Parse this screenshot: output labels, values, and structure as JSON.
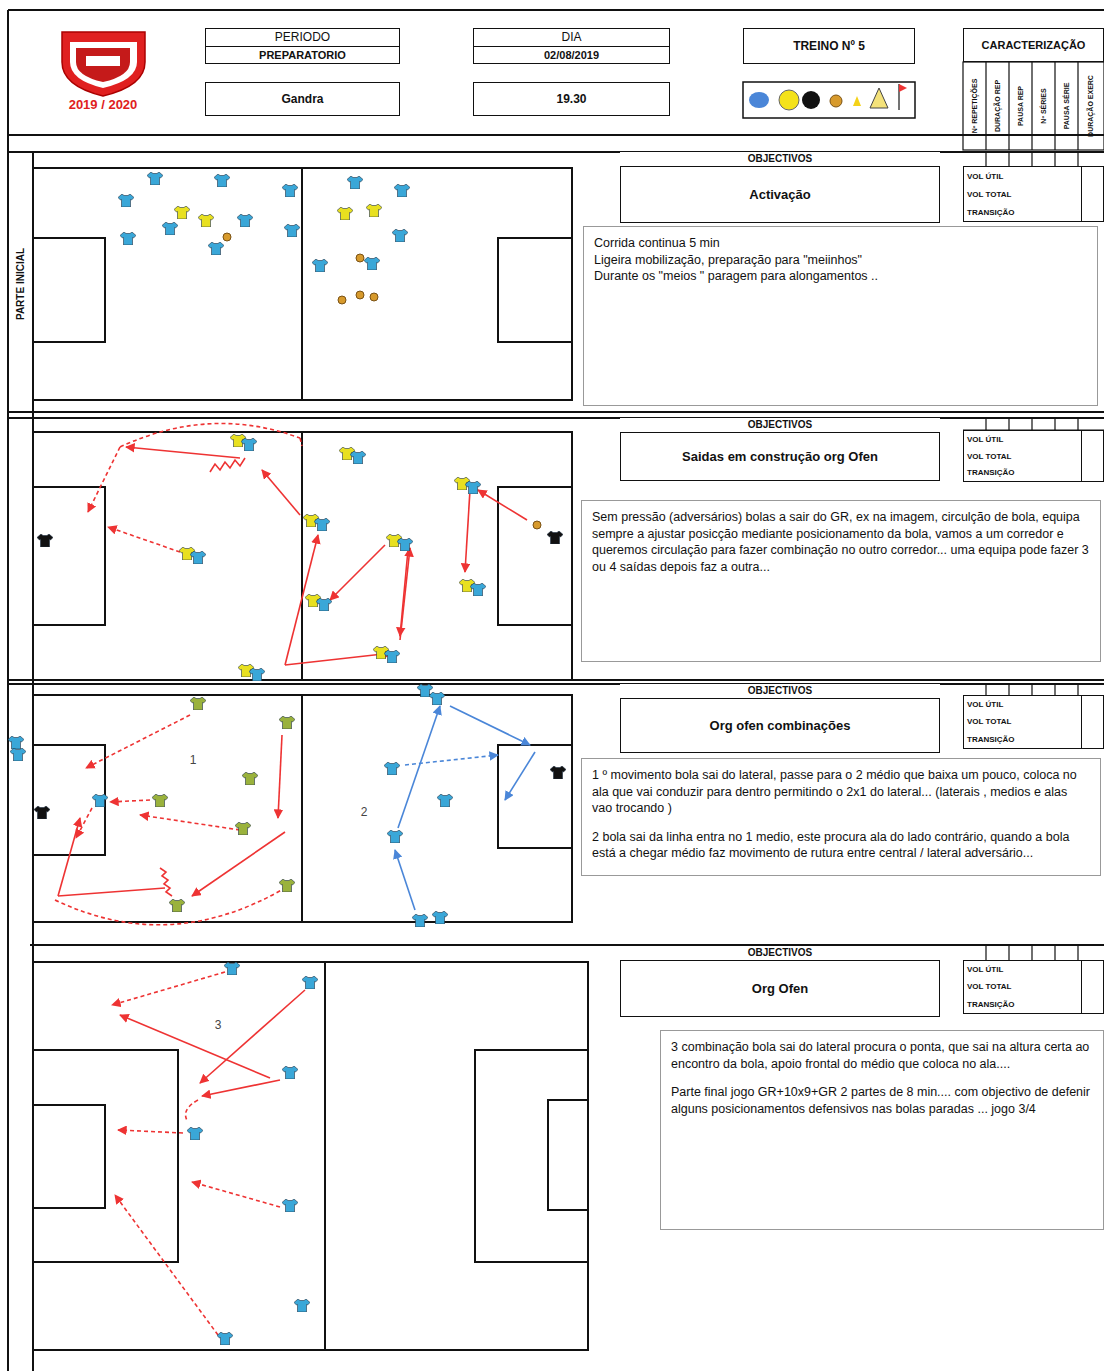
{
  "diagram": {
    "nodes": [
      {
        "text": [
          "PERIODO",
          "PREPARATORIO"
        ]
      },
      {
        "text": [
          "DIA",
          "02/08/2019"
        ]
      },
      {
        "text": [
          "TREINO Nº 5"
        ]
      },
      {
        "text": [
          "Gandra"
        ]
      },
      {
        "text": [
          "19.30"
        ]
      },
      {
        "text": [
          "CARACTERIZAÇÃO"
        ]
      },
      {
        "text": [
          "OBJECTIVOS",
          "Activação"
        ]
      },
      {
        "text": [
          "VOL ÚTIL",
          "VOL TOTAL",
          "TRANSIÇÃO"
        ]
      },
      {
        "text": [
          "Corrida continua 5 min",
          "Ligeira mobilização, preparação para \"meiinhos\"",
          "Durante os \"meios \" paragem para alongamentos .."
        ]
      },
      {
        "text": [
          "OBJECTIVOS",
          "Saidas em construção org Ofen"
        ]
      },
      {
        "text": [
          "VOL ÚTIL",
          "VOL TOTAL",
          "TRANSIÇÃO"
        ]
      },
      {
        "text": [
          "Sem pressão (adversários) bolas a sair do GR, ex na imagem, circulção de bola, equipa sempre a ajustar posicção mediante posicionamento da bola, vamos a um corredor e queremos circulação para fazer combinação no outro corredor... uma equipa pode fazer 3 ou 4 saídas depois faz a outra..."
        ]
      },
      {
        "text": [
          "OBJECTIVOS",
          "Org ofen combinações"
        ]
      },
      {
        "text": [
          "VOL ÚTIL",
          "VOL TOTAL",
          "TRANSIÇÃO"
        ]
      },
      {
        "text": [
          "1 º movimento bola sai do lateral, passe para o 2 médio que baixa um pouco, coloca no ala que vai conduzir para dentro permitindo o 2x1 do lateral... (laterais , medios e alas vao trocando )",
          "2 bola sai da linha entra no 1 medio, este procura ala do lado contrário, quando a bola está a chegar médio faz movimento de rutura entre central / lateral adversário..."
        ]
      },
      {
        "text": [
          "OBJECTIVOS",
          "Org Ofen"
        ]
      },
      {
        "text": [
          "VOL ÚTIL",
          "VOL TOTAL",
          "TRANSIÇÃO"
        ]
      },
      {
        "text": [
          "3 combinação bola sai do lateral procura o ponta, que sai na altura certa ao encontro da bola, apoio frontal do médio que coloca no ala....",
          "Parte final jogo GR+10x9+GR  2 partes de 8 min.... com objectivo de defenir alguns posicionamentos defensivos nas bolas paradas ... jogo 3/4"
        ]
      }
    ],
    "labels": [
      "2019 / 2020",
      "Nº REPETIÇÕES",
      "DURAÇÃO REP",
      "PAUSA REP",
      "Nº SÉRIES",
      "PAUSA SÉRIE",
      "DURAÇÃO EXERC",
      "PARTE INICIAL",
      "1",
      "2",
      "3"
    ]
  }
}
